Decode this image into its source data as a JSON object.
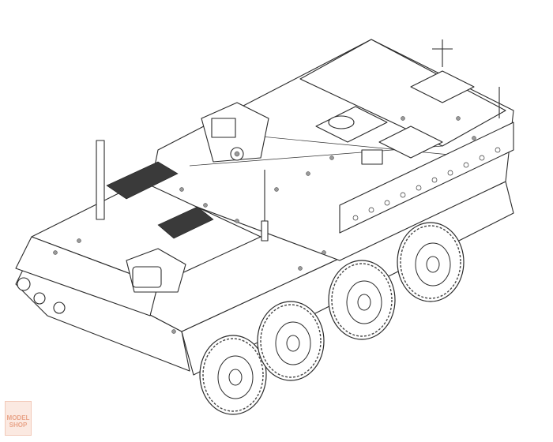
{
  "illustration": {
    "subject": "8-wheeled armored vehicle line-art drawing",
    "style": "black ink technical line drawing on white",
    "wheels": 8,
    "visible_wheels": 4
  },
  "watermark": {
    "line1": "MODEL",
    "line2": "SHOP",
    "color": "#e9a58a"
  },
  "colors": {
    "background": "#ffffff",
    "ink": "#2a2a2a",
    "bolt_fill": "#9a9a9a"
  }
}
